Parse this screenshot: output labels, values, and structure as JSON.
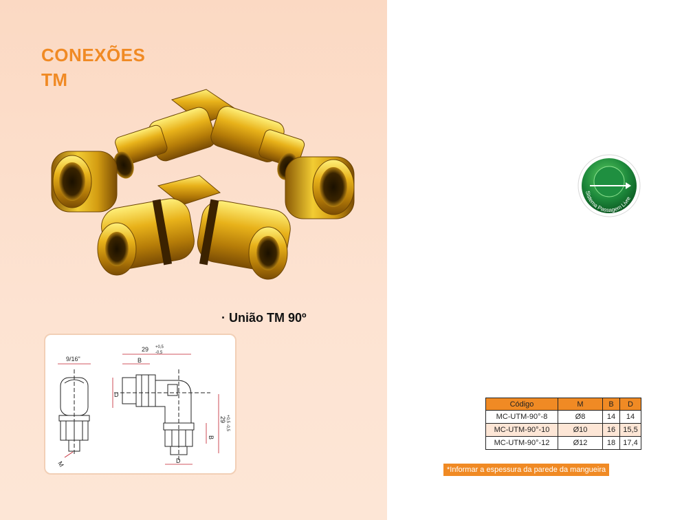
{
  "title": {
    "line1": "CONEXÕES",
    "line2": "TM"
  },
  "product": {
    "label": "· União TM 90º"
  },
  "drawing": {
    "dim_nut": "9/16\"",
    "dim_len": "29",
    "tol_plus": "+0,5",
    "tol_minus": "-0,5",
    "dim_b": "B",
    "dim_d": "D",
    "dim_m": "M",
    "dim_vertical": "29",
    "tol_vertical": "+0,5 -0,5"
  },
  "badge": {
    "text": "Sistema Passagem Livre"
  },
  "table": {
    "headers": [
      "Código",
      "M",
      "B",
      "D"
    ],
    "rows": [
      [
        "MC-UTM-90°-8",
        "Ø8",
        "14",
        "14"
      ],
      [
        "MC-UTM-90°-10",
        "Ø10",
        "16",
        "15,5"
      ],
      [
        "MC-UTM-90°-12",
        "Ø12",
        "18",
        "17,4"
      ]
    ]
  },
  "note": "*Informar a espessura da parede da mangueira",
  "colors": {
    "accent": "#f08a24",
    "panel": "#fde3d2",
    "brass": "#d9a514",
    "badge_green": "#1e8a3c"
  }
}
